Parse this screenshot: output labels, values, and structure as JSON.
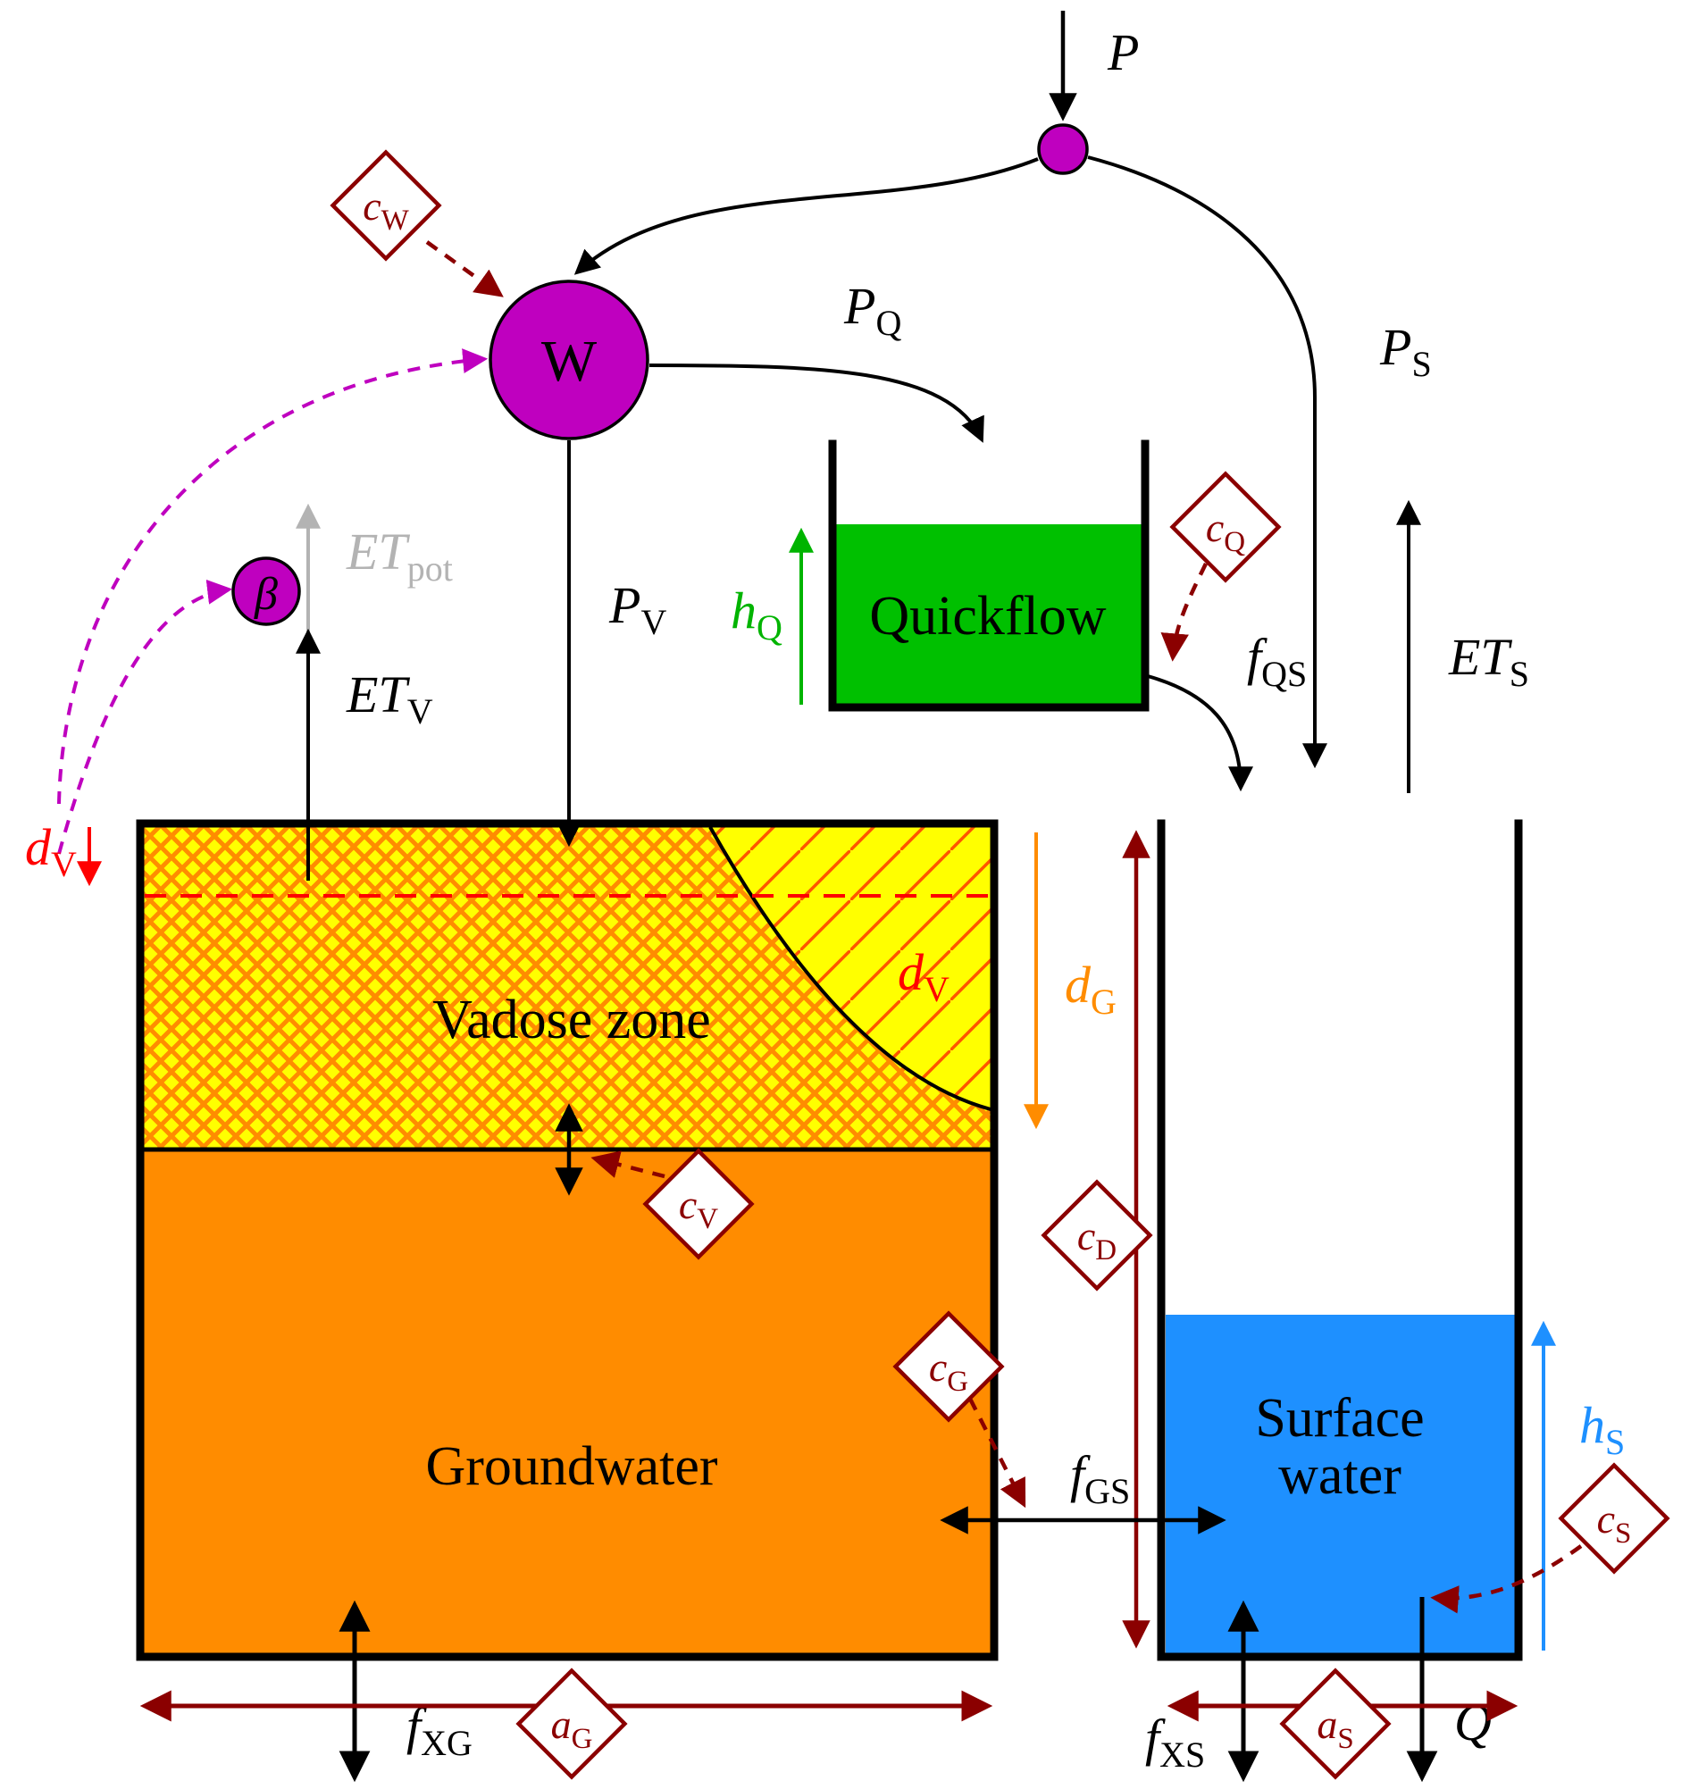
{
  "colors": {
    "magenta": "#bf00bf",
    "darkred": "#8b0000",
    "red": "#ff0000",
    "orange": "#ff8c00",
    "green": "#00b400",
    "blue": "#1e90ff",
    "gray": "#b3b3b3",
    "yellow": "#ffff00",
    "gwfill": "#ff8c00",
    "qffill": "#00c000",
    "swfill": "#1e90ff",
    "hatch1": "#ff8c00",
    "hatch2": "#ff5500",
    "black": "#000000"
  },
  "nodes": {
    "w": "W",
    "beta": "β"
  },
  "compartments": {
    "vadose": "Vadose zone",
    "groundwater": "Groundwater",
    "quickflow": "Quickflow",
    "surface1": "Surface",
    "surface2": "water"
  },
  "fluxes": {
    "p": {
      "base": "P",
      "sub": ""
    },
    "pq": {
      "base": "P",
      "sub": "Q"
    },
    "ps": {
      "base": "P",
      "sub": "S"
    },
    "pv": {
      "base": "P",
      "sub": "V"
    },
    "etpot": {
      "base": "ET",
      "sub": "pot"
    },
    "etv": {
      "base": "ET",
      "sub": "V"
    },
    "ets": {
      "base": "ET",
      "sub": "S"
    },
    "hq": {
      "base": "h",
      "sub": "Q"
    },
    "hs": {
      "base": "h",
      "sub": "S"
    },
    "dv": {
      "base": "d",
      "sub": "V"
    },
    "dg": {
      "base": "d",
      "sub": "G"
    },
    "fqs": {
      "base": "f",
      "sub": "QS"
    },
    "fgs": {
      "base": "f",
      "sub": "GS"
    },
    "fxg": {
      "base": "f",
      "sub": "XG"
    },
    "fxs": {
      "base": "f",
      "sub": "XS"
    },
    "q": {
      "base": "Q",
      "sub": ""
    }
  },
  "parameters": {
    "cw": {
      "base": "c",
      "sub": "W"
    },
    "cq": {
      "base": "c",
      "sub": "Q"
    },
    "cv": {
      "base": "c",
      "sub": "V"
    },
    "cg": {
      "base": "c",
      "sub": "G"
    },
    "cd": {
      "base": "c",
      "sub": "D"
    },
    "cs": {
      "base": "c",
      "sub": "S"
    },
    "ag": {
      "base": "a",
      "sub": "G"
    },
    "as": {
      "base": "a",
      "sub": "S"
    }
  }
}
